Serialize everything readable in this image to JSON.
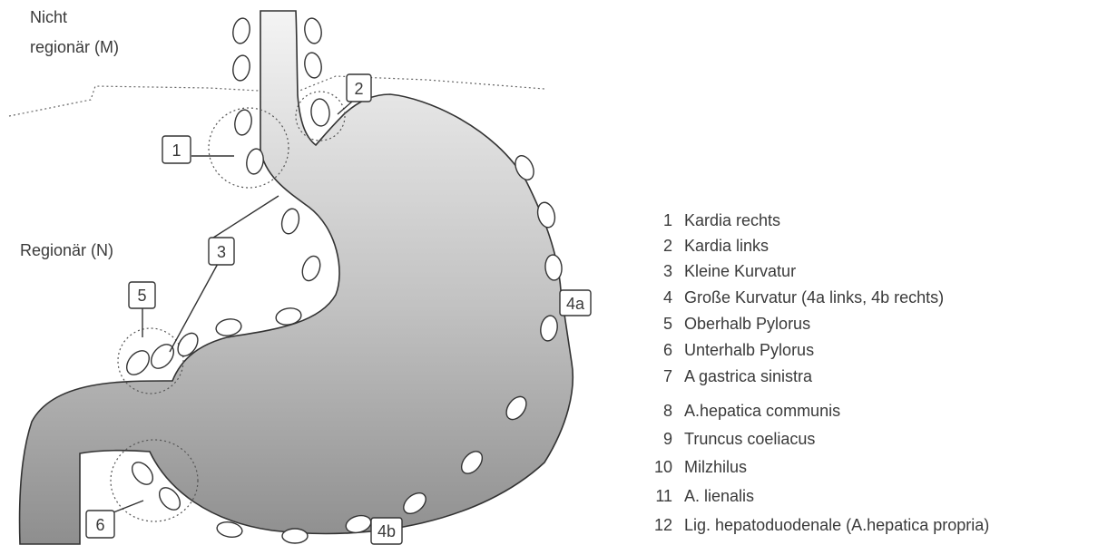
{
  "regions": {
    "nicht_regionaer_line1": "Nicht",
    "nicht_regionaer_line2": "regionär (M)",
    "regionaer": "Regionär (N)"
  },
  "labels": {
    "l1": "1",
    "l2": "2",
    "l3": "3",
    "l4a": "4a",
    "l4b": "4b",
    "l5": "5",
    "l6": "6"
  },
  "legend": [
    {
      "num": "1",
      "text": "Kardia rechts"
    },
    {
      "num": "2",
      "text": "Kardia links"
    },
    {
      "num": "3",
      "text": "Kleine Kurvatur"
    },
    {
      "num": "4",
      "text": "Große Kurvatur (4a links, 4b rechts)"
    },
    {
      "num": "5",
      "text": "Oberhalb Pylorus"
    },
    {
      "num": "6",
      "text": "Unterhalb Pylorus"
    },
    {
      "num": "7",
      "text": "A gastrica sinistra"
    },
    {
      "num": "8",
      "text": "A.hepatica communis"
    },
    {
      "num": "9",
      "text": "Truncus coeliacus"
    },
    {
      "num": "10",
      "text": "Milzhilus"
    },
    {
      "num": "11",
      "text": "A. lienalis"
    },
    {
      "num": "12",
      "text": "Lig. hepatoduodenale (A.hepatica propria)"
    }
  ]
}
